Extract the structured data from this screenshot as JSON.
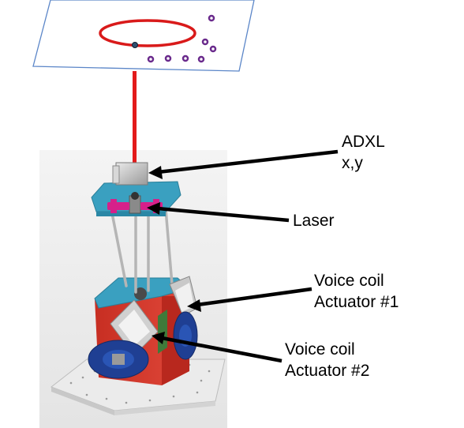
{
  "labels": {
    "adxl": [
      "ADXL",
      "x,y"
    ],
    "laser": "Laser",
    "voice_coil_1": [
      "Voice coil",
      "Actuator #1"
    ],
    "voice_coil_2": [
      "Voice coil",
      "Actuator #2"
    ]
  },
  "colors": {
    "laser_beam": "#e31b1b",
    "target_ellipse": "#d91a1a",
    "target_dots": "#6a2a8c",
    "plate_outline": "#5b86c8",
    "frame_red": "#d63a2a",
    "plate_blue": "#3aa0c0",
    "actuator_blue": "#1f3f93",
    "mount_magenta": "#d6208a",
    "arrows": "#000000"
  },
  "target_dot_count": 8
}
